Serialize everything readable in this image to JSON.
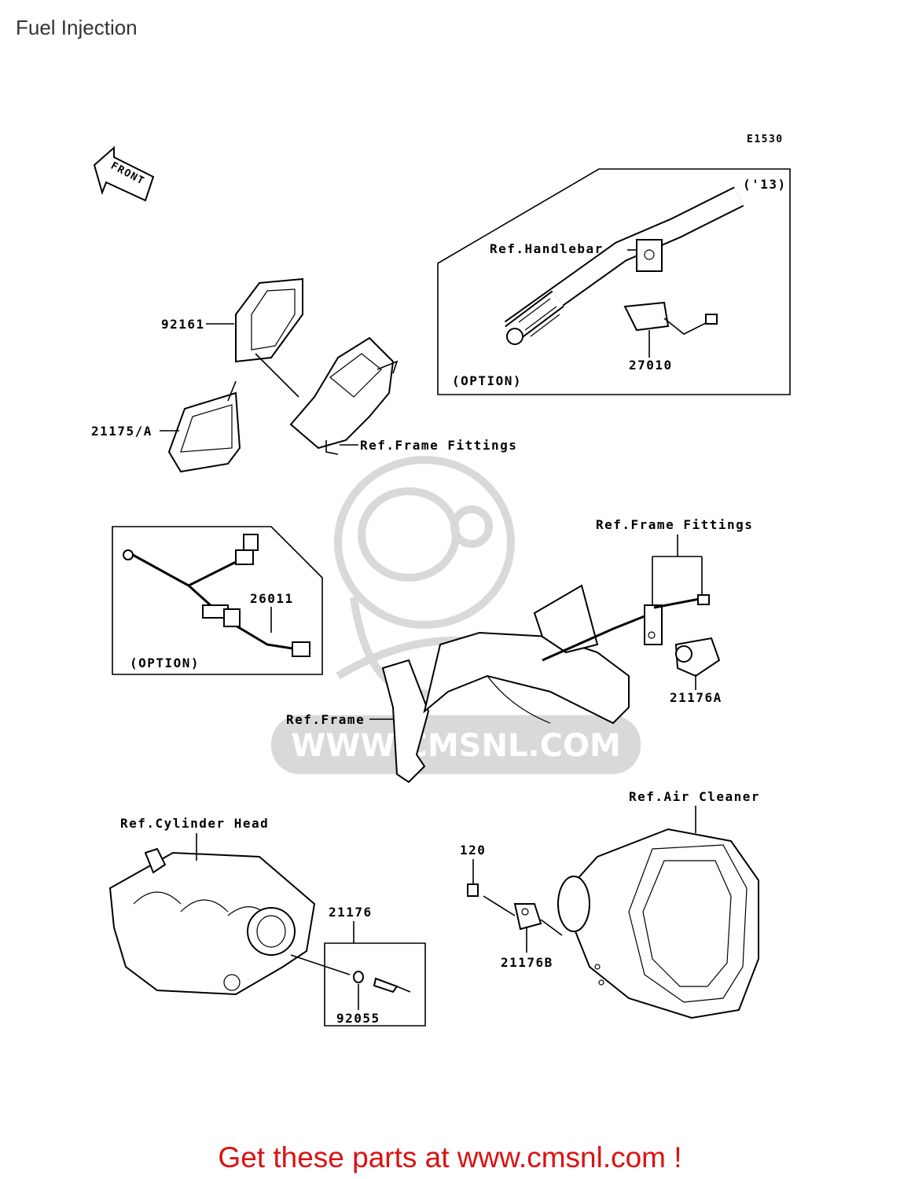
{
  "header": {
    "title": "Fuel Injection"
  },
  "diagram": {
    "code": "E1530",
    "front_label": "FRONT",
    "year_note": "('13)",
    "watermark": "WWW.CMSNL.COM",
    "labels": {
      "ref_handlebar": "Ref.Handlebar",
      "p27010": "27010",
      "option_top": "(OPTION)",
      "p92161": "92161",
      "p21175": "21175/A",
      "ref_frame_fittings_1": "Ref.Frame Fittings",
      "p26011": "26011",
      "option_left": "(OPTION)",
      "ref_frame_fittings_2": "Ref.Frame Fittings",
      "p21176A": "21176A",
      "ref_frame": "Ref.Frame",
      "ref_air_cleaner": "Ref.Air Cleaner",
      "ref_cylinder_head": "Ref.Cylinder Head",
      "p120": "120",
      "p21176": "21176",
      "p21176B": "21176B",
      "p92055": "92055"
    }
  },
  "footer": {
    "link_text": "Get these parts at www.cmsnl.com !",
    "link_color": "#dd1111"
  }
}
